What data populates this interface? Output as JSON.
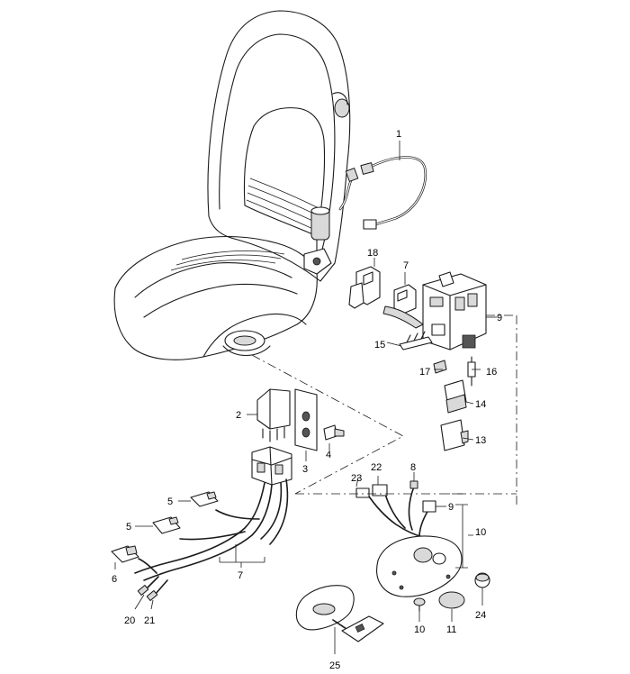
{
  "diagram": {
    "callouts": [
      {
        "id": "c1",
        "text": "1"
      },
      {
        "id": "c2",
        "text": "2"
      },
      {
        "id": "c3",
        "text": "3"
      },
      {
        "id": "c4",
        "text": "4"
      },
      {
        "id": "c5a",
        "text": "5"
      },
      {
        "id": "c5b",
        "text": "5"
      },
      {
        "id": "c6",
        "text": "6"
      },
      {
        "id": "c7a",
        "text": "7"
      },
      {
        "id": "c7b",
        "text": "7"
      },
      {
        "id": "c8",
        "text": "8"
      },
      {
        "id": "c9a",
        "text": "9"
      },
      {
        "id": "c9b",
        "text": "9"
      },
      {
        "id": "c10a",
        "text": "10"
      },
      {
        "id": "c10b",
        "text": "10"
      },
      {
        "id": "c11",
        "text": "11"
      },
      {
        "id": "c13",
        "text": "13"
      },
      {
        "id": "c14",
        "text": "14"
      },
      {
        "id": "c15",
        "text": "15"
      },
      {
        "id": "c16",
        "text": "16"
      },
      {
        "id": "c17",
        "text": "17"
      },
      {
        "id": "c18",
        "text": "18"
      },
      {
        "id": "c20",
        "text": "20"
      },
      {
        "id": "c21",
        "text": "21"
      },
      {
        "id": "c22",
        "text": "22"
      },
      {
        "id": "c23",
        "text": "23"
      },
      {
        "id": "c24",
        "text": "24"
      },
      {
        "id": "c25",
        "text": "25"
      }
    ]
  }
}
